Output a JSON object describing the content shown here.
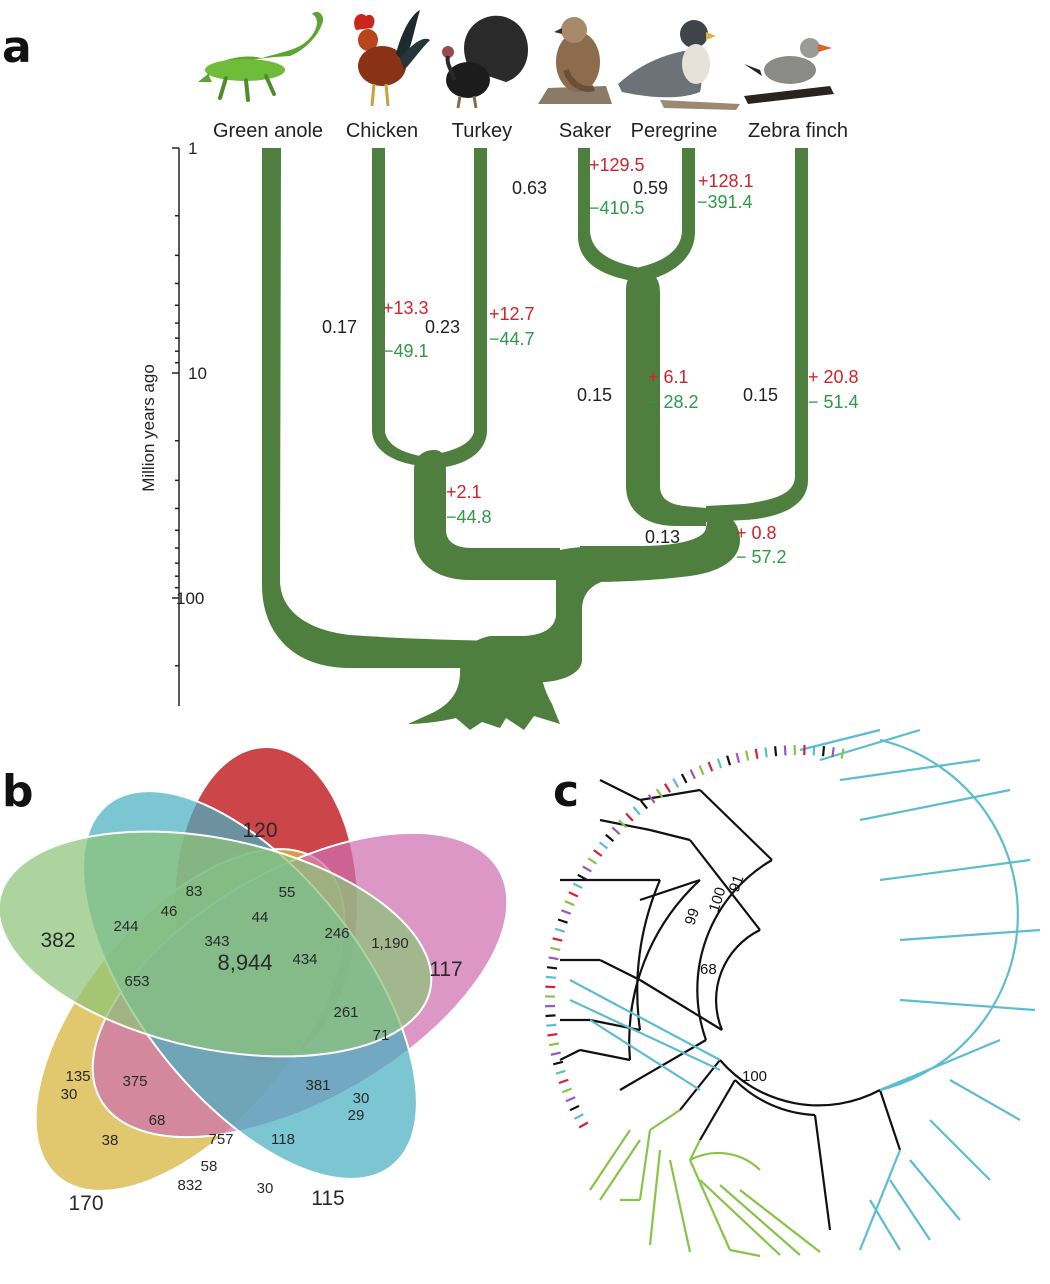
{
  "panels": {
    "a": {
      "letter": "a",
      "species": [
        "Green anole",
        "Chicken",
        "Turkey",
        "Saker",
        "Peregrine",
        "Zebra finch"
      ],
      "species_icons": [
        "lizard-icon",
        "rooster-icon",
        "turkey-icon",
        "falcon-icon",
        "falcon-icon",
        "finch-icon"
      ],
      "axis": {
        "label": "Million years ago",
        "scale": "log",
        "ticks": [
          "1",
          "10",
          "100"
        ]
      },
      "branches": [
        {
          "id": "saker",
          "rate": "0.63",
          "gain": "+129.5",
          "loss": "−410.5"
        },
        {
          "id": "peregrine",
          "rate": "0.59",
          "gain": "+128.1",
          "loss": "−391.4"
        },
        {
          "id": "chicken",
          "rate": "0.17",
          "gain": "+13.3",
          "loss": "−49.1"
        },
        {
          "id": "turkey",
          "rate": "0.23",
          "gain": "+12.7",
          "loss": "−44.7"
        },
        {
          "id": "falcons",
          "rate": "0.15",
          "gain": "+ 6.1",
          "loss": "− 28.2"
        },
        {
          "id": "zebra-finch",
          "rate": "0.15",
          "gain": "+ 20.8",
          "loss": "− 51.4"
        },
        {
          "id": "galliformes",
          "rate": "",
          "gain": "+2.1",
          "loss": "−44.8"
        },
        {
          "id": "neoaves",
          "rate": "0.13",
          "gain": "+ 0.8",
          "loss": "− 57.2"
        }
      ],
      "colors": {
        "tree": "#4f7f3e",
        "gain": "#d3222a",
        "loss": "#2e9a47"
      }
    },
    "b": {
      "letter": "b",
      "values": {
        "only_red": "120",
        "only_pink": "117",
        "only_cyan": "115",
        "only_yellow": "170",
        "only_green": "382",
        "center": "8,944",
        "v83": "83",
        "v55": "55",
        "v46": "46",
        "v44": "44",
        "v246": "246",
        "v1190": "1,190",
        "v244": "244",
        "v343": "343",
        "v434": "434",
        "v653": "653",
        "v261": "261",
        "v71": "71",
        "v135": "135",
        "v375": "375",
        "v30a": "30",
        "v381": "381",
        "v30b": "30",
        "v29": "29",
        "v38": "38",
        "v68": "68",
        "v757": "757",
        "v118": "118",
        "v58": "58",
        "v832": "832",
        "v30c": "30"
      },
      "colors": {
        "red": "#c8353a",
        "pink": "#cf6fb0",
        "cyan": "#4aaec0",
        "yellow": "#d9b845",
        "green": "#8ec479"
      }
    },
    "c": {
      "letter": "c",
      "bootstrap": [
        "91",
        "100",
        "99",
        "68",
        "100"
      ],
      "colors": {
        "cyan": "#5cbdd0",
        "green": "#88c34a",
        "black": "#111111",
        "red": "#d6213a",
        "purple": "#9c57b8"
      }
    }
  }
}
